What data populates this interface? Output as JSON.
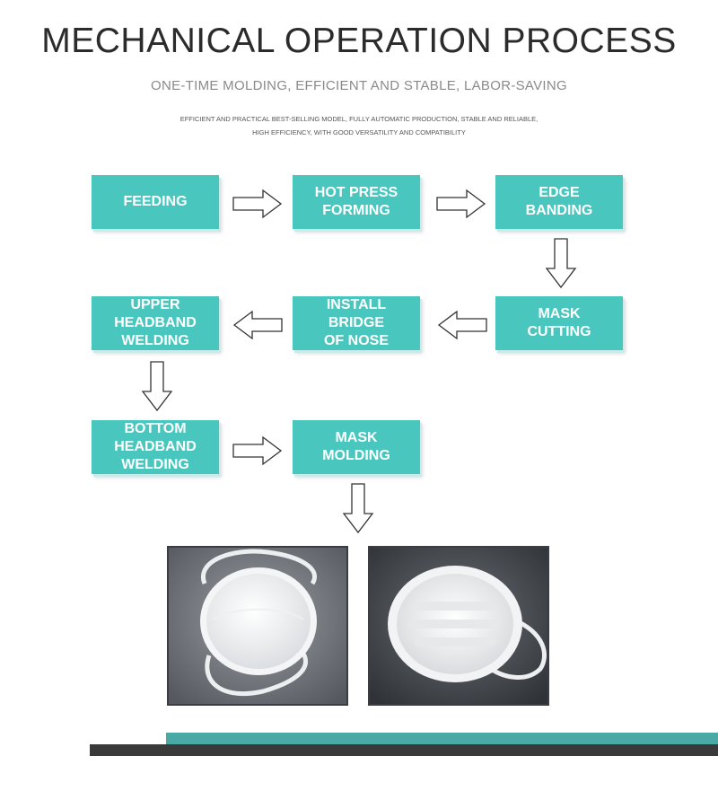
{
  "header": {
    "title": "MECHANICAL OPERATION PROCESS",
    "subtitle": "ONE-TIME MOLDING, EFFICIENT AND STABLE, LABOR-SAVING",
    "description_line1": "EFFICIENT AND PRACTICAL BEST-SELLING MODEL, FULLY AUTOMATIC PRODUCTION, STABLE AND RELIABLE,",
    "description_line2": "HIGH EFFICIENCY, WITH GOOD VERSATILITY AND COMPATIBILITY"
  },
  "steps": {
    "feeding": "FEEDING",
    "hot_press_forming": "HOT PRESS\nFORMING",
    "edge_banding": "EDGE\nBANDING",
    "mask_cutting": "MASK\nCUTTING",
    "install_bridge_of_nose": "INSTALL\nBRIDGE\nOF NOSE",
    "upper_headband_welding": "UPPER\nHEADBAND\nWELDING",
    "bottom_headband_welding": "BOTTOM\nHEADBAND\nWELDING",
    "mask_molding": "MASK\nMOLDING"
  },
  "colors": {
    "step_fill": "#49c6be",
    "title_text": "#2b2b2b",
    "subtitle_text": "#8a8a8a",
    "bar_teal": "#4aa9a4",
    "bar_dark": "#3a3a3a"
  },
  "icons": {
    "arrow_right": "arrow-right-icon",
    "arrow_left": "arrow-left-icon",
    "arrow_down": "arrow-down-icon"
  }
}
